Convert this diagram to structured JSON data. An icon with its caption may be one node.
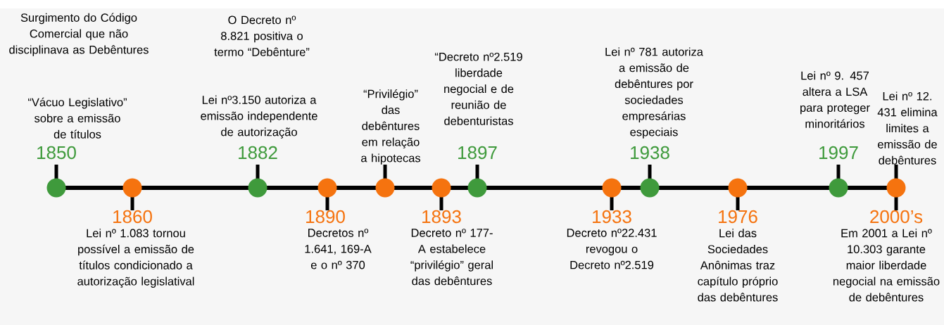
{
  "diagram": {
    "nodes": [
      {
        "text": [],
        "shape": "circle",
        "beside": [
          "Surgimento do Código Comercial que não disciplinava as Debêntures",
          "“Vácuo Legislativo” sobre a emissão de títulos",
          "1850"
        ]
      },
      {
        "text": [],
        "shape": "circle",
        "beside": [
          "1860",
          "Lei nº 1.083 tornou possível a emissão de títulos condicionado a autorização legislatival"
        ]
      },
      {
        "text": [],
        "shape": "circle",
        "beside": [
          "O Decreto nº 8.821 positiva o termo “Debênture”",
          "Lei nº3.150 autoriza a emissão independente de autorização",
          "1882"
        ]
      },
      {
        "text": [],
        "shape": "circle",
        "beside": [
          "1890",
          "Decretos nº 1.641, 169-A e o nº 370"
        ]
      },
      {
        "text": [],
        "shape": "circle",
        "beside": [
          "“Privilégio” das debêntures em relação a hipotecas"
        ]
      },
      {
        "text": [],
        "shape": "circle",
        "beside": [
          "1893",
          "Decreto nº 177-A estabelece “privilégio” geral das debêntures"
        ]
      },
      {
        "text": [],
        "shape": "circle",
        "beside": [
          "“Decreto nº2.519 liberdade negocial e de reunião de debenturistas",
          "1897"
        ]
      },
      {
        "text": [],
        "shape": "circle",
        "beside": [
          "1933",
          "Decreto nº22.431 revogou o Decreto nº2.519"
        ]
      },
      {
        "text": [],
        "shape": "circle",
        "beside": [
          "Lei nº 781 autoriza a emissão de debêntures por sociedades empresárias especiais",
          "1938"
        ]
      },
      {
        "text": [],
        "shape": "circle",
        "beside": [
          "1976",
          "Lei das Sociedades Anônimas traz capítulo próprio das debêntures"
        ]
      },
      {
        "text": [],
        "shape": "circle",
        "beside": [
          "Lei nº 9. 457 altera a LSA para proteger minoritários",
          "1997"
        ]
      },
      {
        "text": [],
        "shape": "circle",
        "beside": [
          "Lei nº 12. 431 elimina limites a emissão de debêntures",
          "2000’s",
          "Em 2001 a Lei nº 10.303 garante maior liberdade negocial na emissão de debêntures"
        ]
      }
    ],
    "edges": [
      {
        "from": 0,
        "to": 1,
        "arrow": "none"
      },
      {
        "from": 1,
        "to": 2,
        "arrow": "none"
      },
      {
        "from": 2,
        "to": 3,
        "arrow": "none"
      },
      {
        "from": 3,
        "to": 4,
        "arrow": "none"
      },
      {
        "from": 4,
        "to": 5,
        "arrow": "none"
      },
      {
        "from": 5,
        "to": 6,
        "arrow": "none"
      },
      {
        "from": 6,
        "to": 7,
        "arrow": "none"
      },
      {
        "from": 7,
        "to": 8,
        "arrow": "none"
      },
      {
        "from": 8,
        "to": 9,
        "arrow": "none"
      },
      {
        "from": 9,
        "to": 10,
        "arrow": "none"
      },
      {
        "from": 10,
        "to": 11,
        "arrow": "none"
      }
    ]
  }
}
